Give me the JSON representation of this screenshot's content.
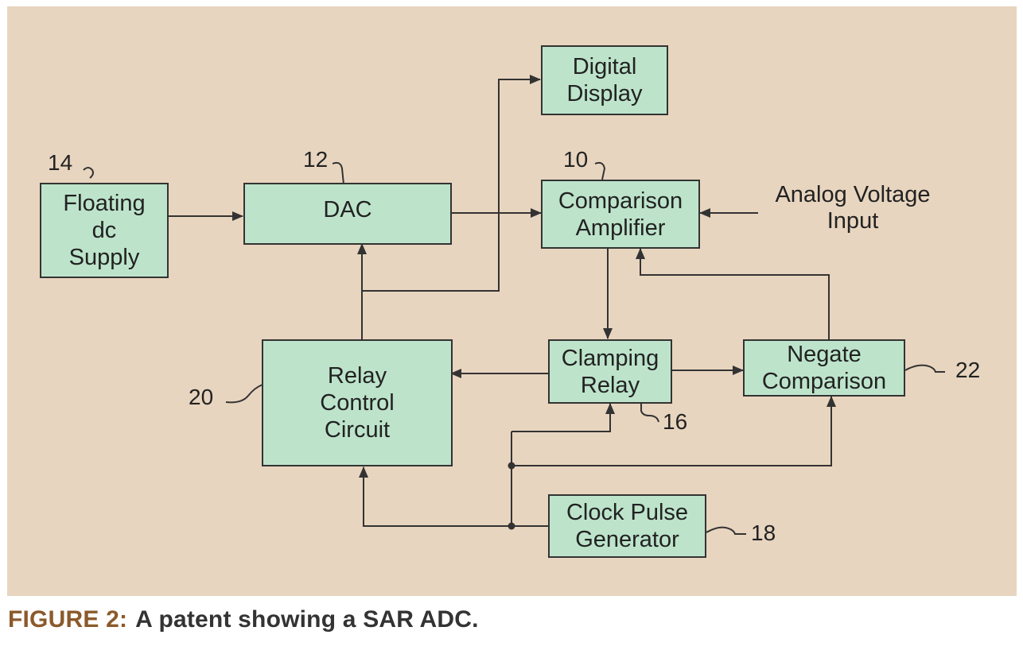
{
  "diagram": {
    "blocks": {
      "floating_supply": "Floating\ndc\nSupply",
      "dac": "DAC",
      "digital_display": "Digital\nDisplay",
      "comparison_amplifier": "Comparison\nAmplifier",
      "analog_input": "Analog Voltage\nInput",
      "relay_control": "Relay\nControl\nCircuit",
      "clamping_relay": "Clamping\nRelay",
      "negate_comparison": "Negate\nComparison",
      "clock_pulse": "Clock Pulse\nGenerator"
    },
    "refs": {
      "r14": "14",
      "r12": "12",
      "r10": "10",
      "r20": "20",
      "r16": "16",
      "r22": "22",
      "r18": "18"
    }
  },
  "caption": {
    "figure_label": "FIGURE 2:",
    "text": "A patent showing a SAR ADC."
  },
  "colors": {
    "background": "#e8d5bf",
    "block_fill": "#bde4cb",
    "stroke": "#333333",
    "figure_label": "#8b5a2b"
  }
}
